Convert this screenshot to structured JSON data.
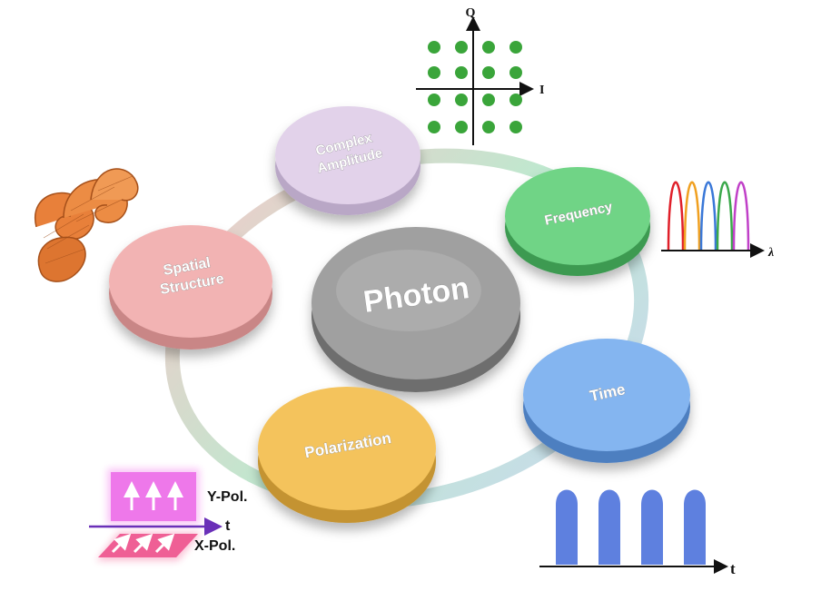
{
  "center": {
    "label": "Photon",
    "color": "#9e9e9e"
  },
  "nodes": [
    {
      "id": "complex-amplitude",
      "lines": [
        "Complex",
        "Amplitude"
      ],
      "color": "#e2d2ea"
    },
    {
      "id": "frequency",
      "lines": [
        "Frequency"
      ],
      "color": "#6fd486"
    },
    {
      "id": "time",
      "lines": [
        "Time"
      ],
      "color": "#7fb2ee"
    },
    {
      "id": "polarization",
      "lines": [
        "Polarization"
      ],
      "color": "#f4c35c"
    },
    {
      "id": "spatial-structure",
      "lines": [
        "Spatial",
        "Structure"
      ],
      "color": "#f2b3b3"
    }
  ],
  "constellation": {
    "x_label": "I",
    "y_label": "Q",
    "dot_color": "#3aa53a"
  },
  "spectrum": {
    "x_label": "λ",
    "colors": [
      "#e0202a",
      "#f0a020",
      "#3a78d8",
      "#3aa84a",
      "#c040c8"
    ]
  },
  "pulses": {
    "x_label": "t",
    "count": 4,
    "color": "#4c72dc"
  },
  "polarization_panel": {
    "y_label": "Y-Pol.",
    "x_label": "X-Pol.",
    "t_label": "t"
  }
}
